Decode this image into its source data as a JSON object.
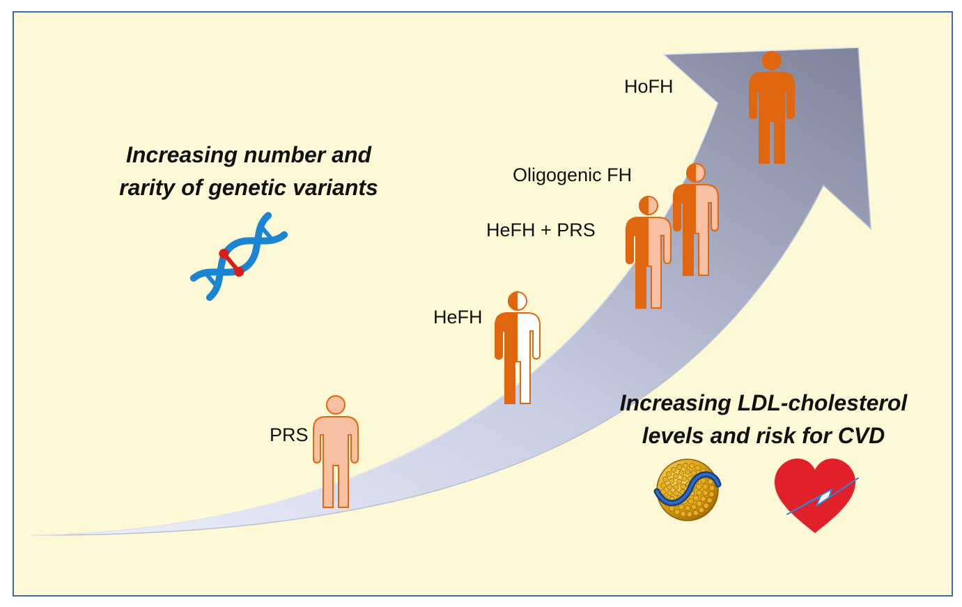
{
  "headings": {
    "genetics_line1": "Increasing number and",
    "genetics_line2": "rarity of genetic variants",
    "ldl_line1": "Increasing LDL-cholesterol",
    "ldl_line2": "levels and risk for CVD"
  },
  "stages": [
    {
      "label": "PRS",
      "fill": "partial-light"
    },
    {
      "label": "HeFH",
      "fill": "half"
    },
    {
      "label": "HeFH + PRS",
      "fill": "half"
    },
    {
      "label": "Oligogenic FH",
      "fill": "half"
    },
    {
      "label": "HoFH",
      "fill": "full"
    }
  ],
  "icons": {
    "dna": "dna-icon",
    "ldl_particle": "ldl-particle-icon",
    "heart": "heart-lightning-icon"
  },
  "colors": {
    "background": "#fdf8d6",
    "frame": "#3c6aa8",
    "arrow_light": "#e2e6f3",
    "arrow_dark": "#8088a0",
    "person_dark": "#e0660f",
    "person_light": "#f7c0a3",
    "person_stroke": "#e0660f",
    "dna": "#1a86d1",
    "dna_bond": "#d91c1c",
    "heart": "#e0202a"
  }
}
